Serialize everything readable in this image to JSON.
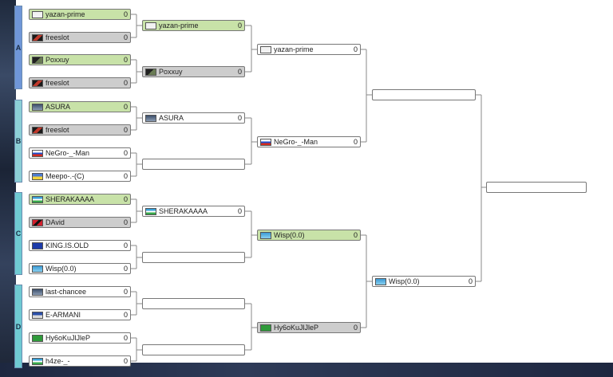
{
  "groups": [
    "A",
    "B",
    "C",
    "D"
  ],
  "round1": [
    {
      "name": "yazan-prime",
      "score": "0",
      "state": "win",
      "flag": "white-icon"
    },
    {
      "name": "freeslot",
      "score": "0",
      "state": "lose",
      "flag": "red-icon"
    },
    {
      "name": "Poxxuy",
      "score": "0",
      "state": "win",
      "flag": "dark-icon"
    },
    {
      "name": "freeslot",
      "score": "0",
      "state": "lose",
      "flag": "red-icon"
    },
    {
      "name": "ASURA",
      "score": "0",
      "state": "win",
      "flag": "image-icon"
    },
    {
      "name": "freeslot",
      "score": "0",
      "state": "lose",
      "flag": "red-icon"
    },
    {
      "name": "NeGro-_-Man",
      "score": "0",
      "state": "",
      "flag": "ru-flag-icon"
    },
    {
      "name": "Meepo-.-(C)",
      "score": "0",
      "state": "",
      "flag": "ua-flag-icon"
    },
    {
      "name": "SHERAKAAAA",
      "score": "0",
      "state": "win",
      "flag": "uz-flag-icon"
    },
    {
      "name": "DAvid",
      "score": "0",
      "state": "lose",
      "flag": "tt-flag-icon"
    },
    {
      "name": "KING.IS.OLD",
      "score": "0",
      "state": "",
      "flag": "eu-flag-icon"
    },
    {
      "name": "Wisp(0.0)",
      "score": "0",
      "state": "",
      "flag": "cyan-icon"
    },
    {
      "name": "last-chancee",
      "score": "0",
      "state": "",
      "flag": "image-icon"
    },
    {
      "name": "E-ARMANI",
      "score": "0",
      "state": "",
      "flag": "bz-flag-icon"
    },
    {
      "name": "Hy6oKuJlJleP",
      "score": "0",
      "state": "",
      "flag": "green-icon"
    },
    {
      "name": "h4ze-_-",
      "score": "0",
      "state": "",
      "flag": "uz-flag-icon"
    }
  ],
  "round2": [
    {
      "name": "yazan-prime",
      "score": "0",
      "state": "win",
      "flag": "white-icon"
    },
    {
      "name": "Poxxuy",
      "score": "0",
      "state": "lose",
      "flag": "dark-icon"
    },
    {
      "name": "ASURA",
      "score": "0",
      "state": "",
      "flag": "image-icon"
    },
    {
      "name": "",
      "score": "",
      "state": "",
      "flag": ""
    },
    {
      "name": "SHERAKAAAA",
      "score": "0",
      "state": "",
      "flag": "uz-flag-icon"
    },
    {
      "name": "",
      "score": "",
      "state": "",
      "flag": ""
    },
    {
      "name": "",
      "score": "",
      "state": "",
      "flag": ""
    },
    {
      "name": "",
      "score": "",
      "state": "",
      "flag": ""
    }
  ],
  "round3": [
    {
      "name": "yazan-prime",
      "score": "0",
      "state": "",
      "flag": "white-icon"
    },
    {
      "name": "NeGro-_-Man",
      "score": "0",
      "state": "",
      "flag": "ru-flag-icon"
    },
    {
      "name": "Wisp(0.0)",
      "score": "0",
      "state": "win",
      "flag": "cyan-icon"
    },
    {
      "name": "Hy6oKuJlJleP",
      "score": "0",
      "state": "lose",
      "flag": "green-icon"
    }
  ],
  "round4": [
    {
      "name": "",
      "score": "",
      "state": "",
      "flag": ""
    },
    {
      "name": "Wisp(0.0)",
      "score": "0",
      "state": "",
      "flag": "cyan-icon"
    }
  ],
  "round5": [
    {
      "name": "",
      "score": "",
      "state": "",
      "flag": ""
    }
  ]
}
